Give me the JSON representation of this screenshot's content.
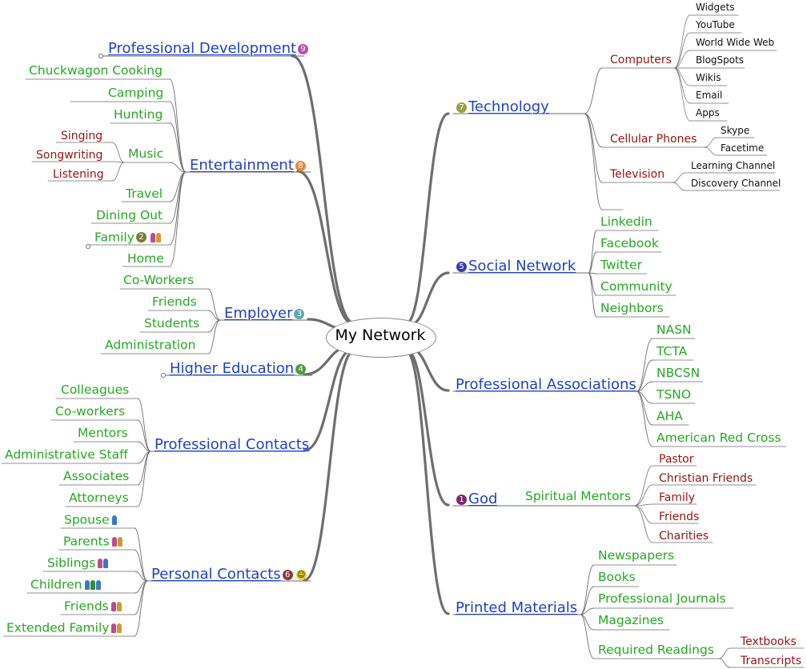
{
  "center": "My Network",
  "colors": {
    "main": "#1f3fd0",
    "sub": "#22aa22",
    "leaf": "#9a1010",
    "tiny": "#111111",
    "connector": "#6e6e6e"
  },
  "badges": {
    "professional_development": {
      "num": "9",
      "color": "#b34fb3"
    },
    "entertainment": {
      "num": "8",
      "color": "#e08a3a"
    },
    "employer": {
      "num": "3",
      "color": "#5fa8b0"
    },
    "higher_education": {
      "num": "4",
      "color": "#4f9a3f"
    },
    "personal_contacts": {
      "num": "6",
      "color": "#8a3a3a"
    },
    "technology": {
      "num": "7",
      "color": "#9aa23a"
    },
    "social_network": {
      "num": "5",
      "color": "#3a3ab0"
    },
    "god": {
      "num": "1",
      "color": "#7a2a6a"
    },
    "family": {
      "num": "2",
      "color": "#7a7a3a"
    }
  },
  "branches": {
    "professional_development": "Professional Development",
    "entertainment": {
      "title": "Entertainment",
      "items": {
        "chuckwagon": "Chuckwagon Cooking",
        "camping": "Camping",
        "hunting": "Hunting",
        "music": "Music",
        "music_items": [
          "Singing",
          "Songwriting",
          "Listening"
        ],
        "travel": "Travel",
        "dining": "Dining Out",
        "family": "Family",
        "home": "Home"
      }
    },
    "employer": {
      "title": "Employer",
      "items": [
        "Co-Workers",
        "Friends",
        "Students",
        "Administration"
      ]
    },
    "higher_education": "Higher Education",
    "professional_contacts": {
      "title": "Professional Contacts",
      "items": [
        "Colleagues",
        "Co-workers",
        "Mentors",
        "Administrative Staff",
        "Associates",
        "Attorneys"
      ]
    },
    "personal_contacts": {
      "title": "Personal Contacts",
      "items": [
        "Spouse",
        "Parents",
        "Siblings",
        "Children",
        "Friends",
        "Extended Family"
      ]
    },
    "technology": {
      "title": "Technology",
      "computers": "Computers",
      "computer_items": [
        "Widgets",
        "YouTube",
        "World Wide Web",
        "BlogSpots",
        "Wikis",
        "Email",
        "Apps"
      ],
      "cellular": "Cellular Phones",
      "cellular_items": [
        "Skype",
        "Facetime"
      ],
      "television": "Television",
      "television_items": [
        "Learning Channel",
        "Discovery Channel"
      ]
    },
    "social_network": {
      "title": "Social Network",
      "items": [
        "Linkedin",
        "Facebook",
        "Twitter",
        "Community",
        "Neighbors"
      ]
    },
    "professional_associations": {
      "title": "Professional Associations",
      "items": [
        "NASN",
        "TCTA",
        "NBCSN",
        "TSNO",
        "AHA",
        "American Red Cross"
      ]
    },
    "god": {
      "title": "God",
      "mentors": "Spiritual Mentors",
      "mentor_items": [
        "Pastor",
        "Christian Friends",
        "Family",
        "Friends",
        "Charities"
      ]
    },
    "printed_materials": {
      "title": "Printed Materials",
      "items": [
        "Newspapers",
        "Books",
        "Professional Journals",
        "Magazines"
      ],
      "required": "Required Readings",
      "required_items": [
        "Textbooks",
        "Transcripts"
      ]
    }
  }
}
